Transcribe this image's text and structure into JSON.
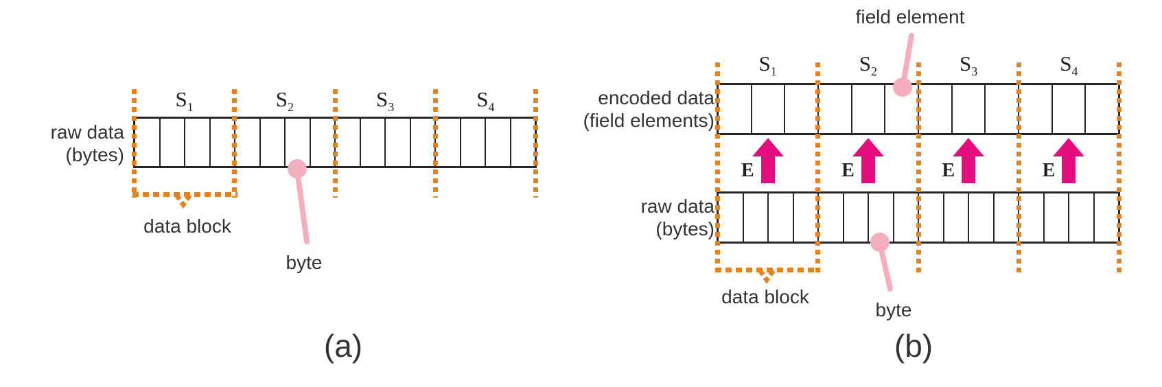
{
  "colors": {
    "orange": "#E8821E",
    "magenta": "#E50D7E",
    "pink": "#F4AEBD",
    "ink": "#262626",
    "text": "#333333"
  },
  "panel_a": {
    "caption": "(a)",
    "row_label": [
      "raw data",
      "(bytes)"
    ],
    "segments": [
      {
        "base": "S",
        "sub": "1"
      },
      {
        "base": "S",
        "sub": "2"
      },
      {
        "base": "S",
        "sub": "3"
      },
      {
        "base": "S",
        "sub": "4"
      }
    ],
    "cells_per_segment": 4,
    "data_block_label": "data block",
    "byte_label": "byte"
  },
  "panel_b": {
    "caption": "(b)",
    "field_element_label": "field element",
    "encoded_row_label": [
      "encoded data",
      "(field elements)"
    ],
    "raw_row_label": [
      "raw data",
      "(bytes)"
    ],
    "segments": [
      {
        "base": "S",
        "sub": "1"
      },
      {
        "base": "S",
        "sub": "2"
      },
      {
        "base": "S",
        "sub": "3"
      },
      {
        "base": "S",
        "sub": "4"
      }
    ],
    "encoded_cells_per_segment": 3,
    "raw_cells_per_segment": 4,
    "encode_arrow_label": "E",
    "data_block_label": "data block",
    "byte_label": "byte"
  }
}
